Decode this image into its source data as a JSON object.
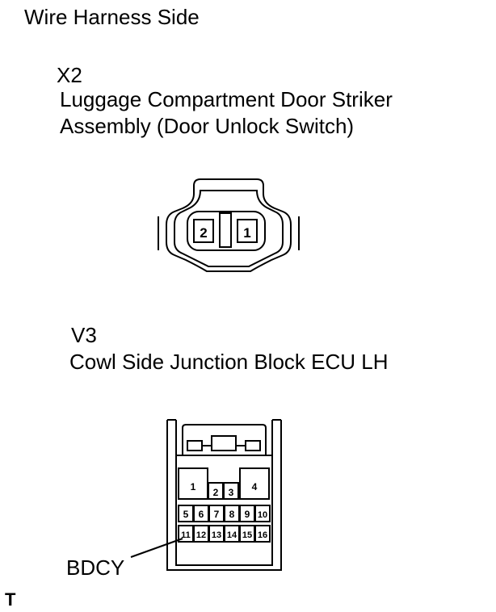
{
  "header": {
    "title": "Wire Harness Side"
  },
  "connector_x2": {
    "code": "X2",
    "name_line1": "Luggage Compartment Door Striker",
    "name_line2": "Assembly (Door Unlock Switch)",
    "pins": [
      "2",
      "1"
    ]
  },
  "connector_v3": {
    "code": "V3",
    "name": "Cowl Side Junction Block ECU LH",
    "pins": [
      "1",
      "2",
      "3",
      "4",
      "5",
      "6",
      "7",
      "8",
      "9",
      "10",
      "11",
      "12",
      "13",
      "14",
      "15",
      "16"
    ],
    "callout": "BDCY"
  },
  "footer": {
    "mark": "T"
  }
}
